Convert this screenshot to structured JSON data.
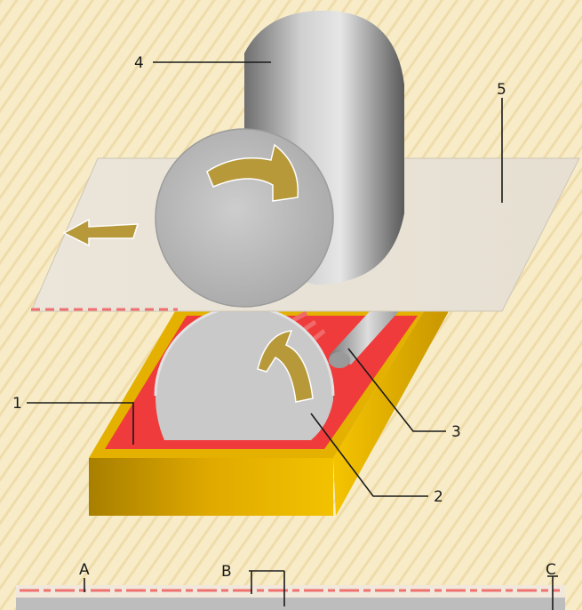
{
  "diagram": {
    "labels": {
      "l1": "1",
      "l2": "2",
      "l3": "3",
      "l4": "4",
      "l5": "5",
      "la": "A",
      "lb": "B",
      "lc": "C"
    }
  },
  "colors": {
    "background": "#f7ecc7",
    "background_stripe": "#eed9a0",
    "plate_red": "#ef3b3b",
    "base_gold": "#d8a300",
    "cylinder_gray": "#bdbdbd",
    "paper": "#ebe5da",
    "arrow_gold": "#b7993a"
  }
}
